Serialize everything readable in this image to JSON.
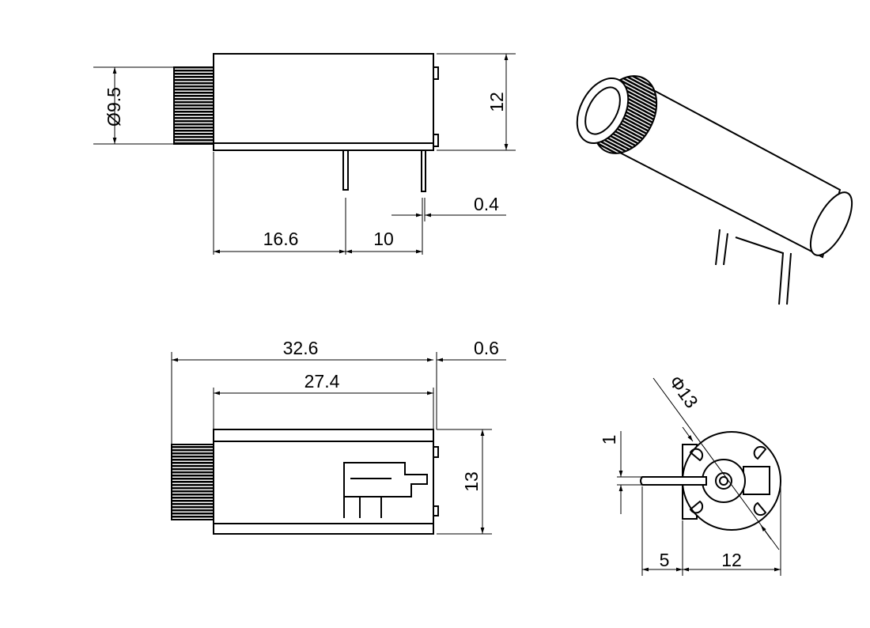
{
  "drawing": {
    "side_view": {
      "diameter_label": "Ø9.5",
      "height_label": "12",
      "pin_width_label": "0.4",
      "pin_offset_label": "16.6",
      "pin_pitch_label": "10"
    },
    "bottom_view": {
      "overall_length_label": "32.6",
      "body_length_label": "27.4",
      "tab_label": "0.6",
      "height_label": "13"
    },
    "end_view": {
      "diameter_label": "Φ13",
      "pin_thickness_label": "1",
      "pin_length_label": "5",
      "width_label": "12"
    },
    "colors": {
      "line": "#000000",
      "background": "#ffffff"
    }
  }
}
